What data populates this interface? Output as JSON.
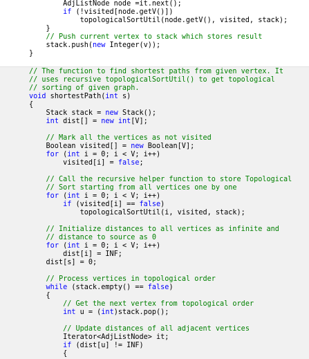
{
  "colors": {
    "code": "#000000",
    "keyword": "#0000ff",
    "comment": "#008000",
    "highlight_background": "#f1f1f1",
    "page_background": "#ffffff"
  },
  "top_block": {
    "lines": [
      [
        {
          "t": "code",
          "v": "        AdjListNode node =it.next();"
        }
      ],
      [
        {
          "t": "code",
          "v": "        "
        },
        {
          "t": "kw",
          "v": "if"
        },
        {
          "t": "code",
          "v": " (!visited[node.getV()])"
        }
      ],
      [
        {
          "t": "code",
          "v": "            topologicalSortUtil(node.getV(), visited, stack);"
        }
      ],
      [
        {
          "t": "code",
          "v": "    }"
        }
      ],
      [
        {
          "t": "code",
          "v": "    "
        },
        {
          "t": "cm",
          "v": "// Push current vertex to stack which stores result"
        }
      ],
      [
        {
          "t": "code",
          "v": "    stack.push("
        },
        {
          "t": "kw",
          "v": "new"
        },
        {
          "t": "code",
          "v": " Integer(v));"
        }
      ],
      [
        {
          "t": "code",
          "v": "}"
        }
      ]
    ]
  },
  "main_block": {
    "lines": [
      [
        {
          "t": "cm",
          "v": "// The function to find shortest paths from given vertex. It"
        }
      ],
      [
        {
          "t": "cm",
          "v": "// uses recursive topologicalSortUtil() to get topological"
        }
      ],
      [
        {
          "t": "cm",
          "v": "// sorting of given graph."
        }
      ],
      [
        {
          "t": "kw",
          "v": "void"
        },
        {
          "t": "code",
          "v": " shortestPath("
        },
        {
          "t": "kw",
          "v": "int"
        },
        {
          "t": "code",
          "v": " s)"
        }
      ],
      [
        {
          "t": "code",
          "v": "{"
        }
      ],
      [
        {
          "t": "code",
          "v": "    Stack stack = "
        },
        {
          "t": "kw",
          "v": "new"
        },
        {
          "t": "code",
          "v": " Stack();"
        }
      ],
      [
        {
          "t": "code",
          "v": "    "
        },
        {
          "t": "kw",
          "v": "int"
        },
        {
          "t": "code",
          "v": " dist[] = "
        },
        {
          "t": "kw",
          "v": "new"
        },
        {
          "t": "code",
          "v": " "
        },
        {
          "t": "kw",
          "v": "int"
        },
        {
          "t": "code",
          "v": "[V];"
        }
      ],
      [],
      [
        {
          "t": "code",
          "v": "    "
        },
        {
          "t": "cm",
          "v": "// Mark all the vertices as not visited"
        }
      ],
      [
        {
          "t": "code",
          "v": "    Boolean visited[] = "
        },
        {
          "t": "kw",
          "v": "new"
        },
        {
          "t": "code",
          "v": " Boolean[V];"
        }
      ],
      [
        {
          "t": "code",
          "v": "    "
        },
        {
          "t": "kw",
          "v": "for"
        },
        {
          "t": "code",
          "v": " ("
        },
        {
          "t": "kw",
          "v": "int"
        },
        {
          "t": "code",
          "v": " i = 0; i < V; i++)"
        }
      ],
      [
        {
          "t": "code",
          "v": "        visited[i] = "
        },
        {
          "t": "kw",
          "v": "false"
        },
        {
          "t": "code",
          "v": ";"
        }
      ],
      [],
      [
        {
          "t": "code",
          "v": "    "
        },
        {
          "t": "cm",
          "v": "// Call the recursive helper function to store Topological"
        }
      ],
      [
        {
          "t": "code",
          "v": "    "
        },
        {
          "t": "cm",
          "v": "// Sort starting from all vertices one by one"
        }
      ],
      [
        {
          "t": "code",
          "v": "    "
        },
        {
          "t": "kw",
          "v": "for"
        },
        {
          "t": "code",
          "v": " ("
        },
        {
          "t": "kw",
          "v": "int"
        },
        {
          "t": "code",
          "v": " i = 0; i < V; i++)"
        }
      ],
      [
        {
          "t": "code",
          "v": "        "
        },
        {
          "t": "kw",
          "v": "if"
        },
        {
          "t": "code",
          "v": " (visited[i] == "
        },
        {
          "t": "kw",
          "v": "false"
        },
        {
          "t": "code",
          "v": ")"
        }
      ],
      [
        {
          "t": "code",
          "v": "            topologicalSortUtil(i, visited, stack);"
        }
      ],
      [],
      [
        {
          "t": "code",
          "v": "    "
        },
        {
          "t": "cm",
          "v": "// Initialize distances to all vertices as infinite and"
        }
      ],
      [
        {
          "t": "code",
          "v": "    "
        },
        {
          "t": "cm",
          "v": "// distance to source as 0"
        }
      ],
      [
        {
          "t": "code",
          "v": "    "
        },
        {
          "t": "kw",
          "v": "for"
        },
        {
          "t": "code",
          "v": " ("
        },
        {
          "t": "kw",
          "v": "int"
        },
        {
          "t": "code",
          "v": " i = 0; i < V; i++)"
        }
      ],
      [
        {
          "t": "code",
          "v": "        dist[i] = INF;"
        }
      ],
      [
        {
          "t": "code",
          "v": "    dist[s] = 0;"
        }
      ],
      [],
      [
        {
          "t": "code",
          "v": "    "
        },
        {
          "t": "cm",
          "v": "// Process vertices in topological order"
        }
      ],
      [
        {
          "t": "code",
          "v": "    "
        },
        {
          "t": "kw",
          "v": "while"
        },
        {
          "t": "code",
          "v": " (stack.empty() == "
        },
        {
          "t": "kw",
          "v": "false"
        },
        {
          "t": "code",
          "v": ")"
        }
      ],
      [
        {
          "t": "code",
          "v": "    {"
        }
      ],
      [
        {
          "t": "code",
          "v": "        "
        },
        {
          "t": "cm",
          "v": "// Get the next vertex from topological order"
        }
      ],
      [
        {
          "t": "code",
          "v": "        "
        },
        {
          "t": "kw",
          "v": "int"
        },
        {
          "t": "code",
          "v": " u = ("
        },
        {
          "t": "kw",
          "v": "int"
        },
        {
          "t": "code",
          "v": ")stack.pop();"
        }
      ],
      [],
      [
        {
          "t": "code",
          "v": "        "
        },
        {
          "t": "cm",
          "v": "// Update distances of all adjacent vertices"
        }
      ],
      [
        {
          "t": "code",
          "v": "        Iterator<AdjListNode> it;"
        }
      ],
      [
        {
          "t": "code",
          "v": "        "
        },
        {
          "t": "kw",
          "v": "if"
        },
        {
          "t": "code",
          "v": " (dist[u] != INF)"
        }
      ],
      [
        {
          "t": "code",
          "v": "        {"
        }
      ]
    ]
  }
}
